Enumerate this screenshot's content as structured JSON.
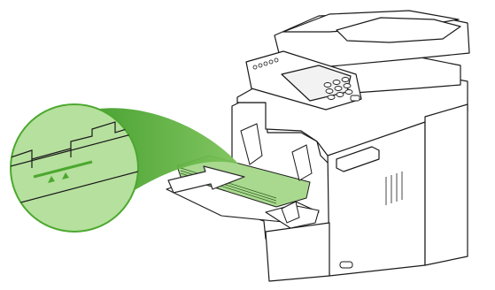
{
  "figure": {
    "subject": "printer-mfp-multipurpose-tray-loading",
    "colors": {
      "paper_fill": "#a9d98f",
      "paper_edge": "#1f1f1f",
      "callout_green": "#4ba82e",
      "callout_light": "#b6e09e",
      "arrow_fill": "#ffffff",
      "arrow_stroke": "#2b2b2b",
      "line": "#1a1a1a",
      "body_fill": "#ffffff"
    },
    "callout": {
      "shape": "circle",
      "detail": "paper-height-limit-tabs-on-tray-guide",
      "markers": [
        "triangle",
        "triangle"
      ]
    },
    "arrow": {
      "direction": "into-tray"
    }
  }
}
